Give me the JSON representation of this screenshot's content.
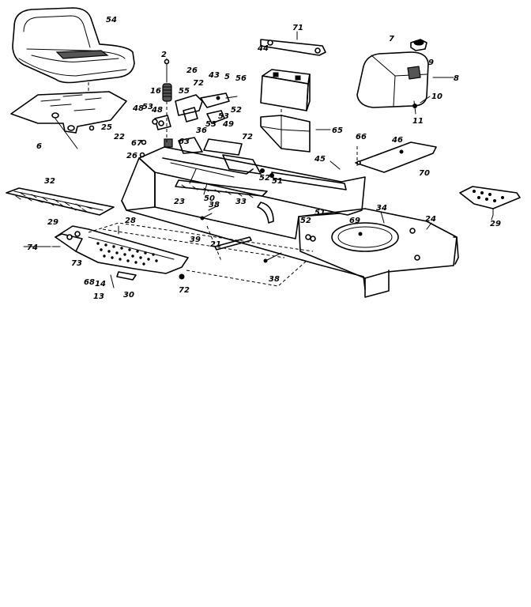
{
  "labels": [
    {
      "id": "54",
      "text": "54"
    },
    {
      "id": "2",
      "text": "2"
    },
    {
      "id": "16",
      "text": "16"
    },
    {
      "id": "55",
      "text": "55"
    },
    {
      "id": "26a",
      "text": "26"
    },
    {
      "id": "72a",
      "text": "72"
    },
    {
      "id": "43",
      "text": "43"
    },
    {
      "id": "5",
      "text": "5"
    },
    {
      "id": "56",
      "text": "56"
    },
    {
      "id": "71",
      "text": "71"
    },
    {
      "id": "44",
      "text": "44"
    },
    {
      "id": "7",
      "text": "7"
    },
    {
      "id": "9",
      "text": "9"
    },
    {
      "id": "8",
      "text": "8"
    },
    {
      "id": "10",
      "text": "10"
    },
    {
      "id": "11",
      "text": "11"
    },
    {
      "id": "48a",
      "text": "48"
    },
    {
      "id": "53a",
      "text": "53"
    },
    {
      "id": "48b",
      "text": "48"
    },
    {
      "id": "22",
      "text": "22"
    },
    {
      "id": "25",
      "text": "25"
    },
    {
      "id": "6",
      "text": "6"
    },
    {
      "id": "53b",
      "text": "53"
    },
    {
      "id": "52a",
      "text": "52"
    },
    {
      "id": "53c",
      "text": "53"
    },
    {
      "id": "36",
      "text": "36"
    },
    {
      "id": "49",
      "text": "49"
    },
    {
      "id": "72b",
      "text": "72"
    },
    {
      "id": "63",
      "text": "63"
    },
    {
      "id": "67",
      "text": "67"
    },
    {
      "id": "26b",
      "text": "26"
    },
    {
      "id": "65",
      "text": "65"
    },
    {
      "id": "66",
      "text": "66"
    },
    {
      "id": "46",
      "text": "46"
    },
    {
      "id": "70",
      "text": "70"
    },
    {
      "id": "45",
      "text": "45"
    },
    {
      "id": "32",
      "text": "32"
    },
    {
      "id": "23",
      "text": "23"
    },
    {
      "id": "50",
      "text": "50"
    },
    {
      "id": "33",
      "text": "33"
    },
    {
      "id": "52b",
      "text": "52"
    },
    {
      "id": "51a",
      "text": "51"
    },
    {
      "id": "29a",
      "text": "29"
    },
    {
      "id": "28",
      "text": "28"
    },
    {
      "id": "38",
      "text": "38"
    },
    {
      "id": "39",
      "text": "39"
    },
    {
      "id": "74",
      "text": "74"
    },
    {
      "id": "73",
      "text": "73"
    },
    {
      "id": "21",
      "text": "21"
    },
    {
      "id": "52c",
      "text": "52"
    },
    {
      "id": "51b",
      "text": "51"
    },
    {
      "id": "69",
      "text": "69"
    },
    {
      "id": "34",
      "text": "34"
    },
    {
      "id": "24",
      "text": "24"
    },
    {
      "id": "29b",
      "text": "29"
    },
    {
      "id": "68",
      "text": "68"
    },
    {
      "id": "14",
      "text": "14"
    },
    {
      "id": "13",
      "text": "13"
    },
    {
      "id": "30",
      "text": "30"
    },
    {
      "id": "72c",
      "text": "72"
    },
    {
      "id": "38b",
      "text": "38"
    }
  ]
}
